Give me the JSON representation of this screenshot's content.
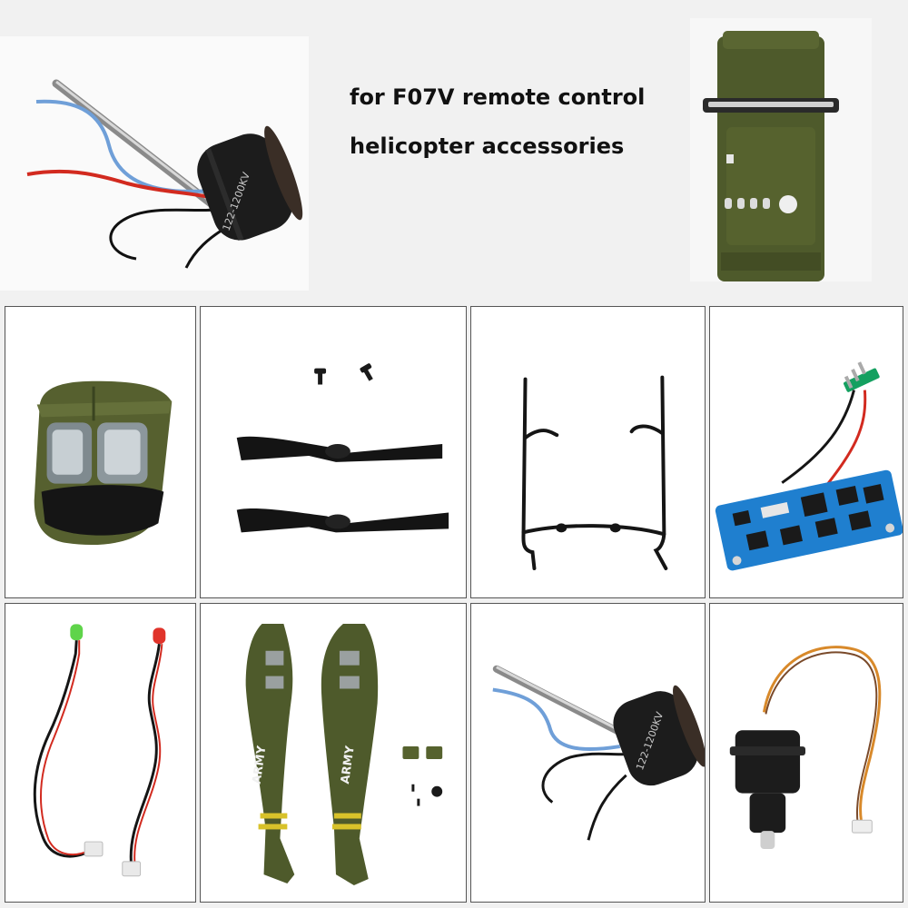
{
  "caption": {
    "line1": "for F07V remote control",
    "line2": "helicopter accessories"
  },
  "motor_label": "122-1200KV",
  "fuselage_label": "ARMY",
  "colors": {
    "olive": "#4e5a2b",
    "olive_dark": "#3a4420",
    "pcb_blue": "#1f7fcf",
    "wire_red": "#d22a1f",
    "wire_blue": "#6f9fd8",
    "stripe_yellow": "#d8c22a"
  }
}
